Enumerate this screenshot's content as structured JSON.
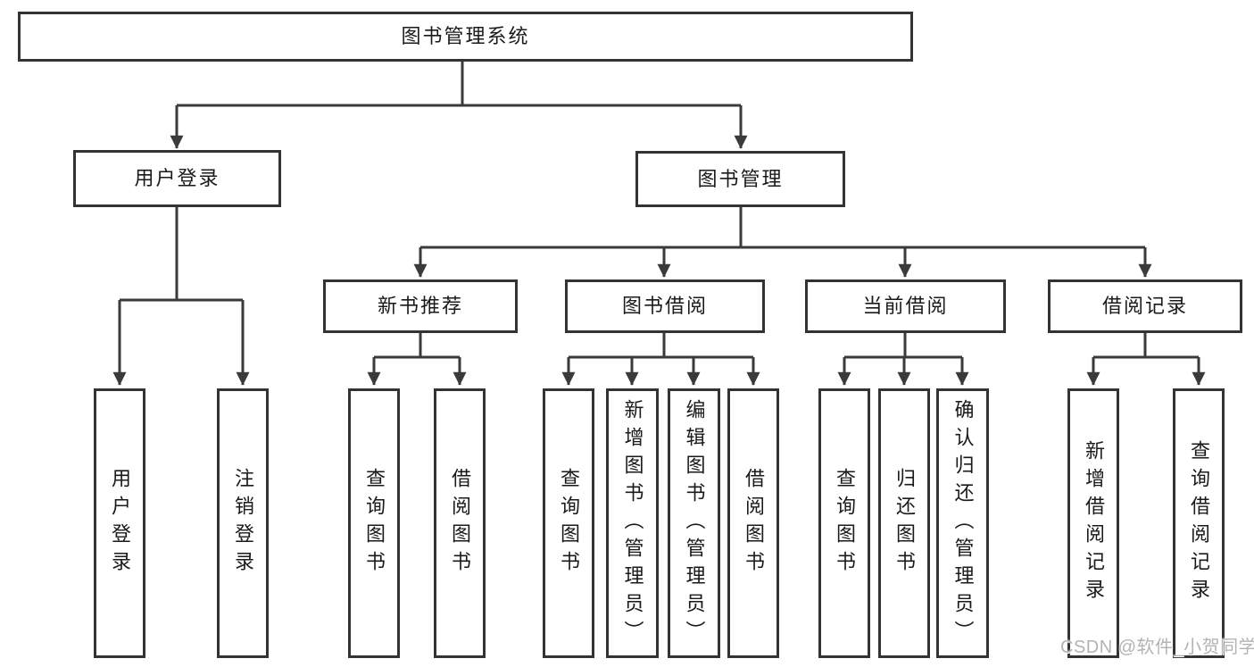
{
  "colors": {
    "line": "#3a3a3a",
    "box_border": "#333333",
    "text": "#1a1a1a",
    "watermark": "#b3b3b3",
    "background": "#ffffff"
  },
  "watermark": {
    "text": "CSDN @软件_小贺同学"
  },
  "tree": {
    "root": {
      "label": "图书管理系统",
      "children": [
        {
          "label": "用户登录",
          "children": [
            {
              "label": "用户登录"
            },
            {
              "label": "注销登录"
            }
          ]
        },
        {
          "label": "图书管理",
          "children": [
            {
              "label": "新书推荐",
              "children": [
                {
                  "label": "查询图书"
                },
                {
                  "label": "借阅图书"
                }
              ]
            },
            {
              "label": "图书借阅",
              "children": [
                {
                  "label": "查询图书"
                },
                {
                  "label": "新增图书（管理员）"
                },
                {
                  "label": "编辑图书（管理员）"
                },
                {
                  "label": "借阅图书"
                }
              ]
            },
            {
              "label": "当前借阅",
              "children": [
                {
                  "label": "查询图书"
                },
                {
                  "label": "归还图书"
                },
                {
                  "label": "确认归还（管理员）"
                }
              ]
            },
            {
              "label": "借阅记录",
              "children": [
                {
                  "label": "新增借阅记录"
                },
                {
                  "label": "查询借阅记录"
                }
              ]
            }
          ]
        }
      ]
    }
  }
}
